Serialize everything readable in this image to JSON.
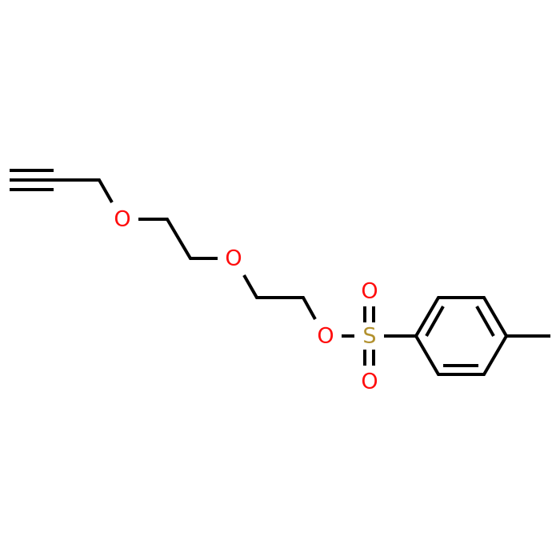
{
  "molecule": {
    "atoms": {
      "o1": "O",
      "o2": "O",
      "o3": "O",
      "s": "S",
      "o_top": "O",
      "o_bottom": "O"
    },
    "colors": {
      "bond": "#000000",
      "oxygen": "#ff0d0d",
      "sulfur": "#b2912e"
    }
  }
}
